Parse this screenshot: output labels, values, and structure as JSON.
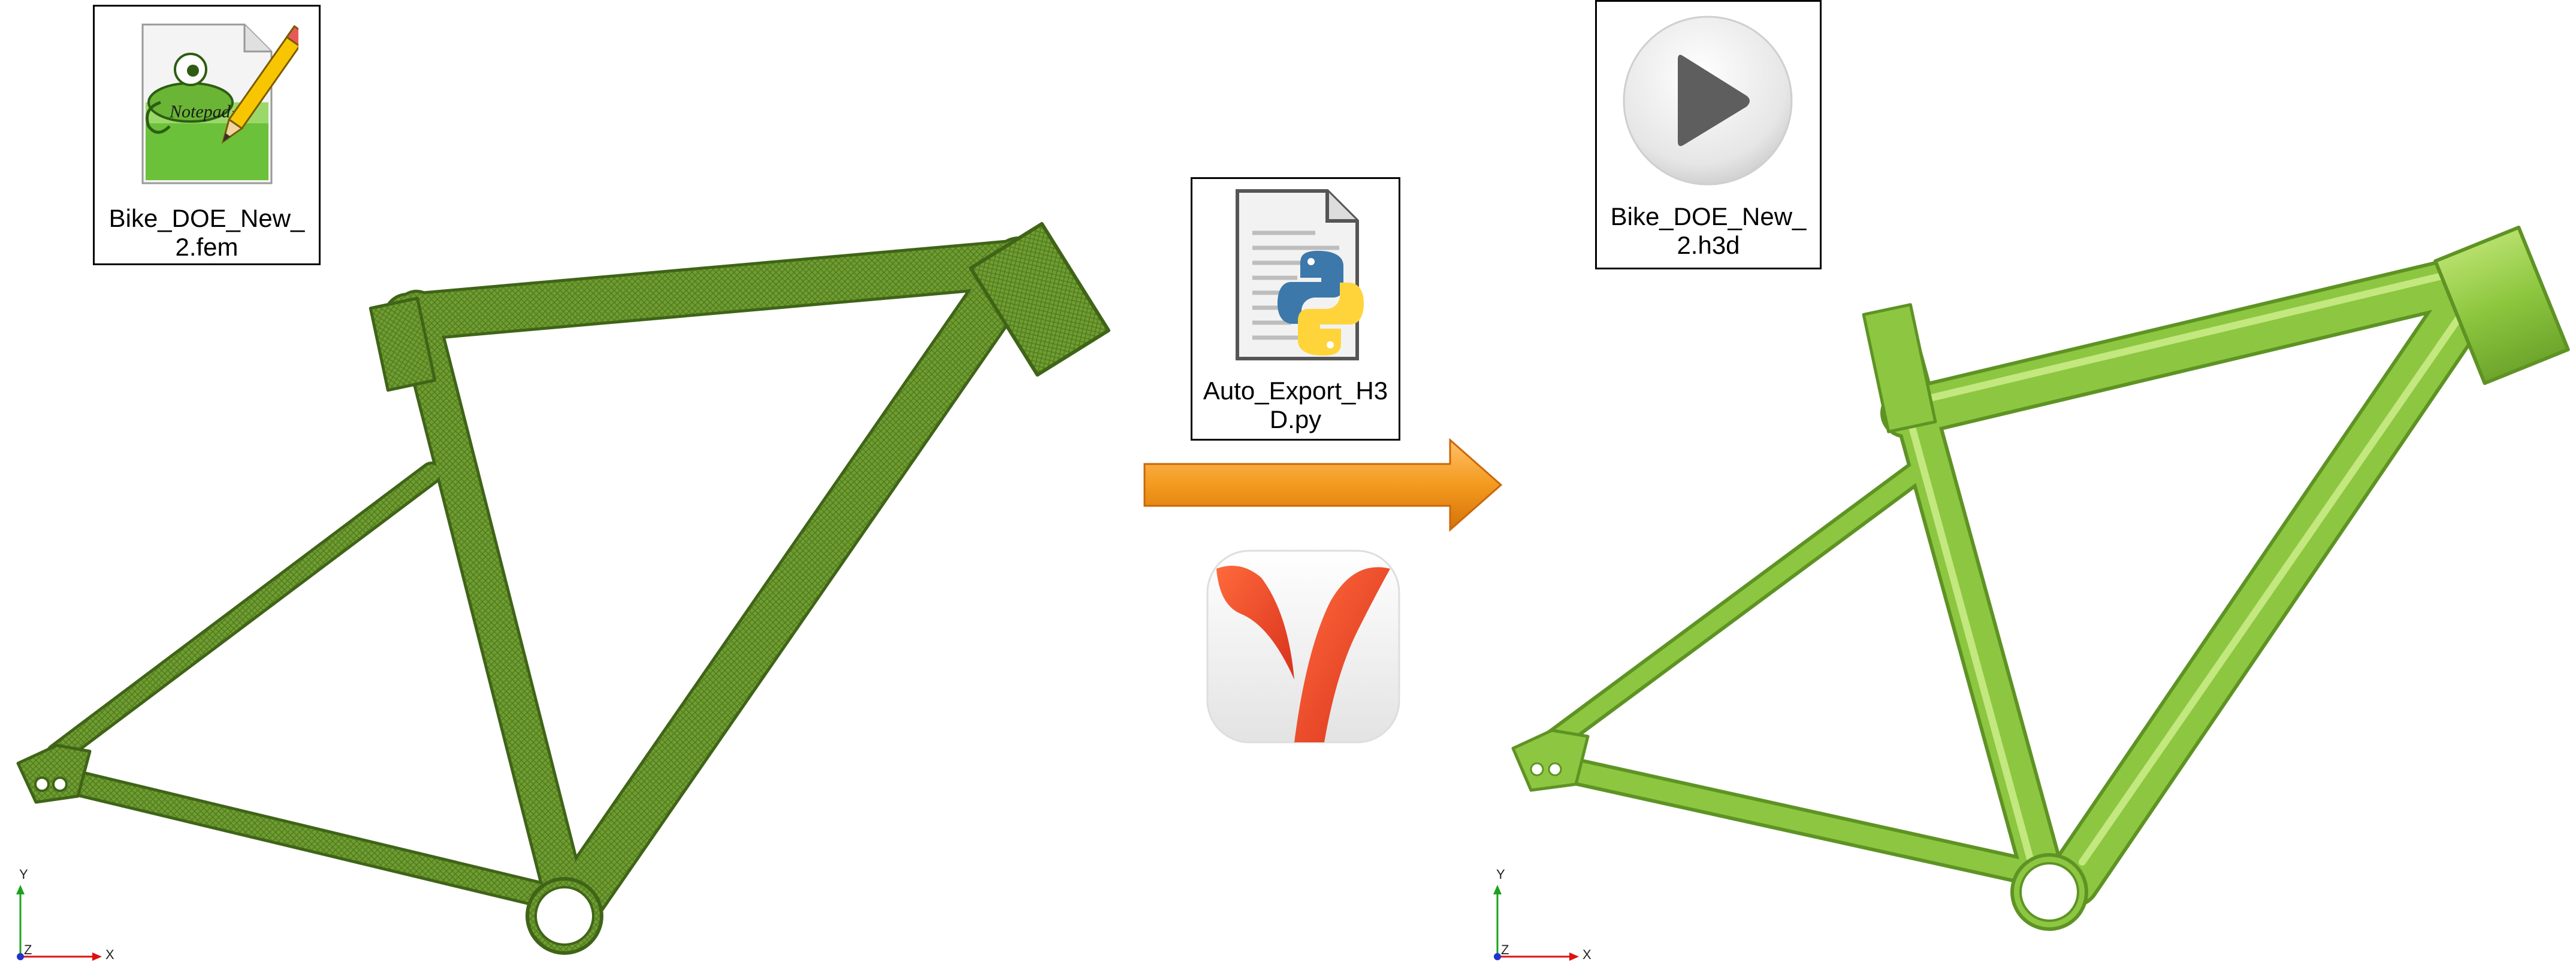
{
  "files": {
    "input_fem": {
      "line1": "Bike_DOE_New_",
      "line2": "2.fem",
      "icon": "notepad-plus-plus-icon"
    },
    "script_py": {
      "line1": "Auto_Export_H3",
      "line2": "D.py",
      "icon": "python-script-icon"
    },
    "output_h3d": {
      "line1": "Bike_DOE_New_",
      "line2": "2.h3d",
      "icon": "play-button-icon"
    }
  },
  "process": {
    "arrow_icon": "right-arrow-icon",
    "app_icon": "hyperworks-logo-icon"
  },
  "frames": {
    "left": {
      "style": "meshed-model"
    },
    "right": {
      "style": "shaded-model"
    }
  },
  "triad": {
    "y_label": "Y",
    "z_label": "Z",
    "x_label": "X"
  },
  "colors": {
    "mesh_green": "#6a9a2e",
    "mesh_dark": "#4d7520",
    "shaded_green": "#8cc63e",
    "shaded_light": "#b5df6a",
    "shaded_dark": "#6ea52c",
    "arrow_orange": "#f39a1f",
    "python_blue": "#3c78aa",
    "python_yellow": "#ffd43b",
    "logo_red": "#e8432a"
  }
}
